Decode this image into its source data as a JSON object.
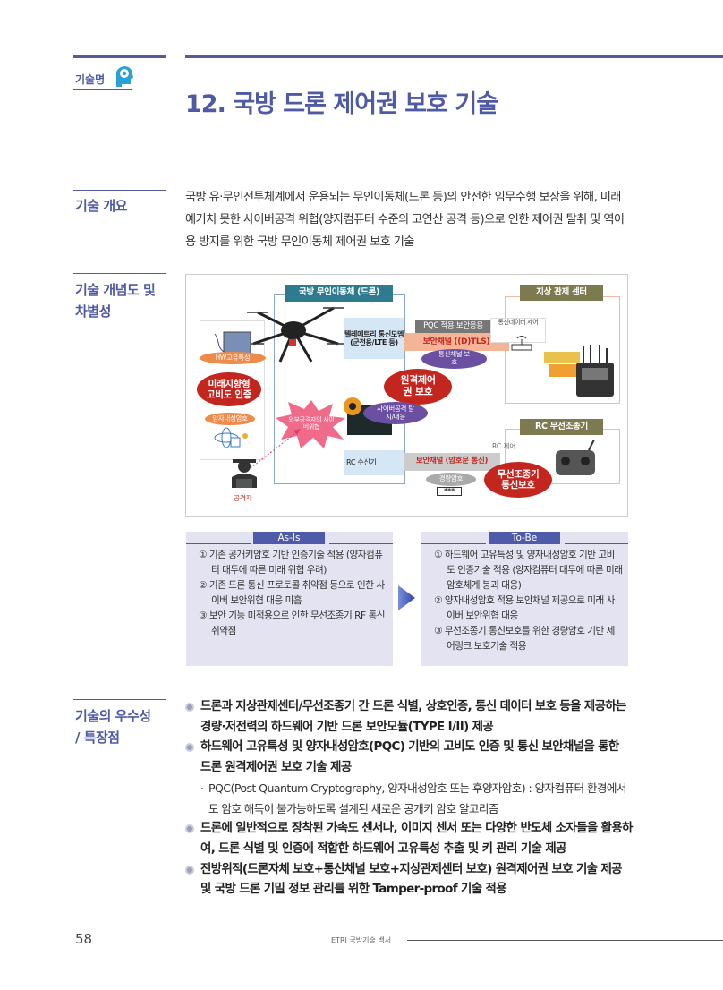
{
  "header": {
    "label": "기술명",
    "title": "12. 국방 드론 제어권 보호 기술"
  },
  "overview": {
    "label": "기술 개요",
    "text": "국방 유·무인전투체계에서 운용되는 무인이동체(드론 등)의 안전한 임무수행 보장을 위해, 미래 예기치 못한 사이버공격 위협(양자컴퓨터 수준의 고연산 공격 등)으로 인한 제어권 탈취 및 역이용 방지를 위한 국방 무인이동체 제어권 보호 기술"
  },
  "concept": {
    "label_line1": "기술 개념도 및",
    "label_line2": "차별성",
    "diagram": {
      "drone_header": "국방 무인이동체 (드론)",
      "ground_header": "지상 관제 센터",
      "rc_header": "RC 무선조종기",
      "telemetry": "텔레메트리 통신모뎀 (군전용/LTE 등)",
      "pqc_app": "PQC 적용 보안응용",
      "secure_channel_tls": "보안채널 ((D)TLS)",
      "channel_protect": "통신채널 보호",
      "remote_control": "원격제어권 보호",
      "comm_data_control": "통신데이터 제어",
      "hw_feature": "HW고유특성",
      "future_auth": "미래지향형 고비도 인증",
      "pqc_label": "양자내성암호",
      "threat": "외부공격자의 사이버위협",
      "cyber_detect": "사이버공격 탐지/대응",
      "rc_receiver": "RC 수신기",
      "secure_channel_enc": "보안채널 (암호문 통신)",
      "light_crypto": "경량암호",
      "password_mask": "***",
      "rc_protect": "무선조종기 통신보호",
      "rc_control": "RC 제어",
      "attacker": "공격자"
    },
    "as_is": {
      "title": "As-Is",
      "items": [
        "① 기존 공개키암호 기반 인증기술 적용 (양자컴퓨터 대두에 따른 미래 위협 우려)",
        "② 기존 드론 통신 프로토콜 취약점 등으로 인한 사이버 보안위협 대응 미흡",
        "③ 보안 기능 미적용으로 인한 무선조종기 RF 통신 취약점"
      ]
    },
    "to_be": {
      "title": "To-Be",
      "items": [
        "① 하드웨어 고유특성 및 양자내성암호 기반 고비도 인증기술 적용 (양자컴퓨터 대두에 따른 미래 암호체계 붕괴 대응)",
        "② 양자내성암호 적용 보안채널 제공으로 미래 사이버 보안위협 대응",
        "③ 무선조종기 통신보호를 위한 경량암호 기반 제어링크 보호기술 적용"
      ]
    }
  },
  "strengths": {
    "label_line1": "기술의 우수성",
    "label_line2": "/ 특장점",
    "items": [
      "드론과 지상관제센터/무선조종기 간 드론 식별, 상호인증, 통신 데이터 보호 등을 제공하는 경량·저전력의 하드웨어 기반 드론 보안모듈(TYPE I/II) 제공",
      "하드웨어 고유특성 및 양자내성암호(PQC) 기반의 고비도 인증 및 통신 보안채널을 통한 드론 원격제어권 보호 기술 제공",
      "드론에 일반적으로 장착된 가속도 센서나, 이미지 센서 또는 다양한 반도체 소자들을 활용하여, 드론 식별 및 인증에 적합한 하드웨어 고유특성 추출 및 키 관리 기술 제공",
      "전방위적(드론자체 보호+통신채널 보호+지상관제센터 보호) 원격제어권 보호 기술 제공 및 국방 드론 기밀 정보 관리를 위한 Tamper-proof 기술 적용"
    ],
    "note": "PQC(Post Quantum Cryptography, 양자내성암호 또는 후양자암호) : 양자컴퓨터 환경에서도 암호 해독이 불가능하도록 설계된 새로운 공개키 암호 알고리즘",
    "note_bullet": "·"
  },
  "footer": {
    "page": "58",
    "publication": "ETRI 국방기술 백서"
  },
  "colors": {
    "accent": "#4e5aa6",
    "rule": "#555c9c",
    "compare_bg": "#e3e3f1"
  }
}
